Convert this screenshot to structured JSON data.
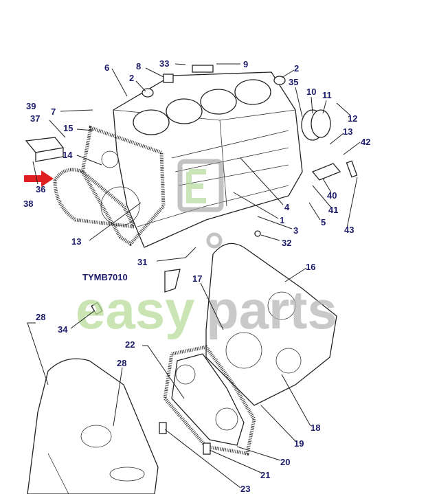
{
  "diagram_title_code": "TYMB7010",
  "watermark": {
    "brand_a": "easy",
    "brand_b": "parts",
    "logo": "EP"
  },
  "colors": {
    "label": "#1c1c6b",
    "arrow": "#e02020",
    "watermark_green": "#b9dc9c",
    "watermark_grey": "#b3b3b3"
  },
  "labels": [
    "6",
    "8",
    "33",
    "9",
    "2",
    "2",
    "35",
    "10",
    "11",
    "12",
    "39",
    "37",
    "7",
    "15",
    "13",
    "42",
    "14",
    "36",
    "38",
    "40",
    "41",
    "43",
    "4",
    "1",
    "5",
    "3",
    "32",
    "13",
    "31",
    "16",
    "17",
    "34",
    "28",
    "22",
    "28",
    "18",
    "19",
    "20",
    "21",
    "23"
  ]
}
